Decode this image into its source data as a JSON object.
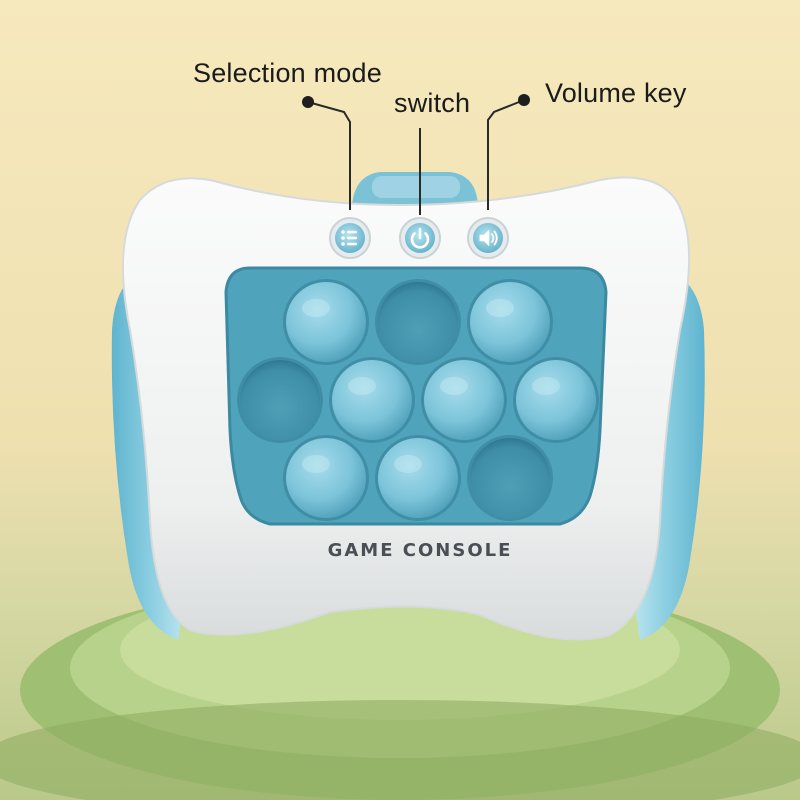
{
  "callouts": {
    "selection_mode": "Selection mode",
    "switch": "switch",
    "volume_key": "Volume key"
  },
  "device": {
    "brand_text": "GAME CONSOLE",
    "buttons": [
      {
        "name": "selection-mode-button",
        "icon": "menu-list-icon"
      },
      {
        "name": "power-switch-button",
        "icon": "power-icon"
      },
      {
        "name": "volume-key-button",
        "icon": "speaker-icon"
      }
    ],
    "bubble_rows": [
      [
        "raised",
        "pressed",
        "raised"
      ],
      [
        "pressed",
        "raised",
        "raised",
        "raised"
      ],
      [
        "raised",
        "raised",
        "pressed"
      ]
    ]
  },
  "colors": {
    "background_top": "#f4e6b8",
    "background_bottom": "#c9cf9a",
    "pedestal": "#a9c77b",
    "shell": "#f3f4f4",
    "accent_blue": "#7cc2d6",
    "panel_blue": "#4a9fb6",
    "bubble_blue": "#7cc4da"
  }
}
